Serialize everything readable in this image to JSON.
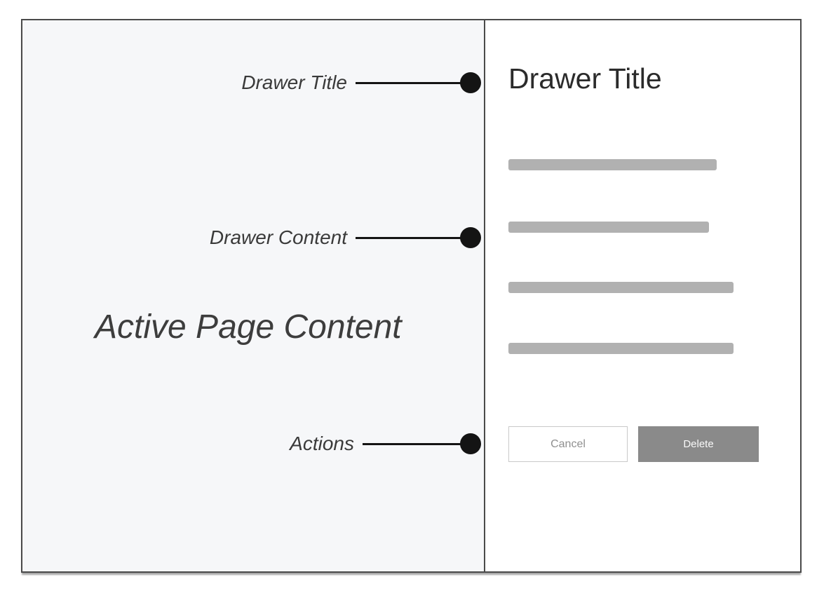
{
  "annotations": {
    "drawer_title": "Drawer Title",
    "drawer_content": "Drawer Content",
    "active_page_content": "Active Page Content",
    "actions": "Actions"
  },
  "drawer": {
    "title": "Drawer Title",
    "placeholder_line_count": 4,
    "buttons": {
      "cancel": "Cancel",
      "delete": "Delete"
    }
  },
  "colors": {
    "page_panel_bg": "#f6f7f9",
    "frame_border": "#4a4a4a",
    "annotation_text": "#3a3a3a",
    "leader": "#141414",
    "placeholder_bar": "#b1b1b1",
    "cancel_button_border": "#c9c9c9",
    "cancel_button_text": "#8f8f8f",
    "delete_button_bg": "#8a8a8a",
    "delete_button_text": "#fafafa"
  }
}
